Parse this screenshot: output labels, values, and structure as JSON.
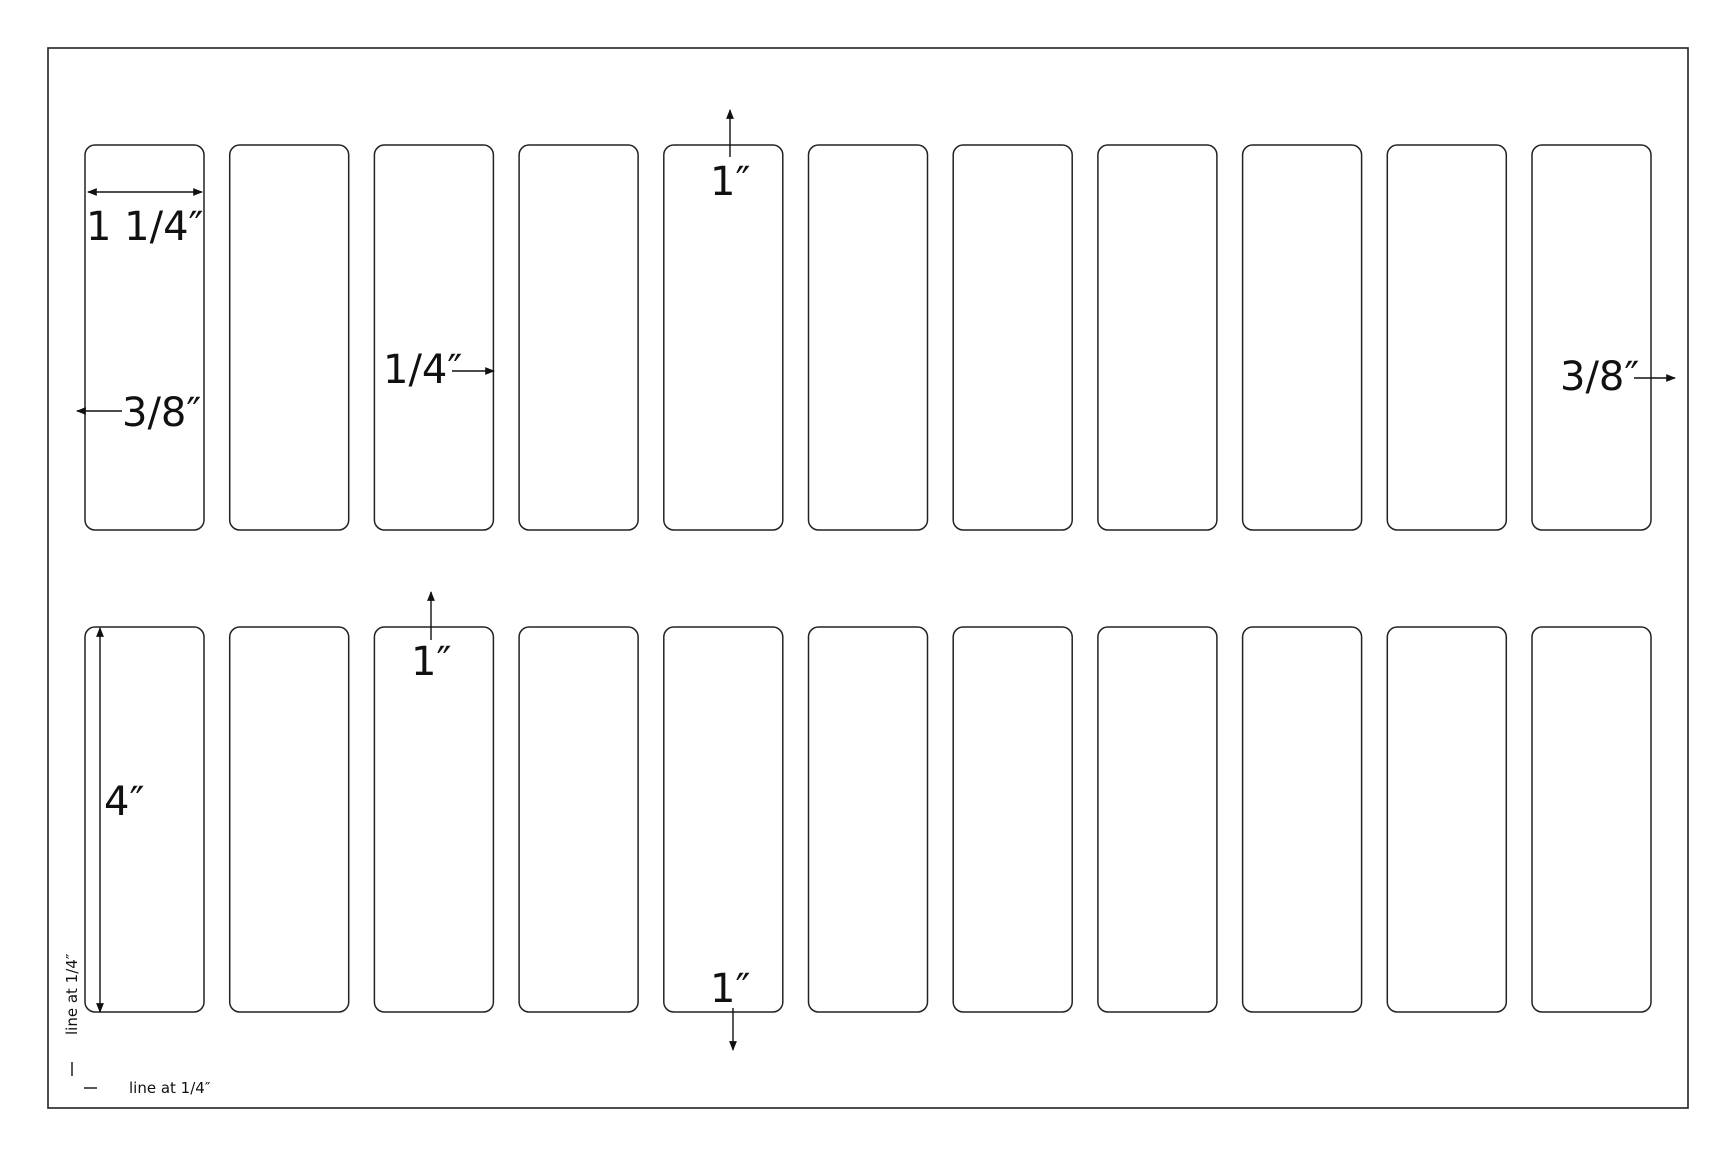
{
  "sheet": {
    "rows": 2,
    "columns": 11,
    "colors": {
      "line": "#222222",
      "background": "#ffffff"
    }
  },
  "dimensions": {
    "label_width": "1 1/4″",
    "label_height": "4″",
    "side_margin_left": "3/8″",
    "side_margin_right": "3/8″",
    "column_gap": "1/4″",
    "top_margin": "1″",
    "row_gap": "1″",
    "bottom_margin": "1″"
  },
  "notes": {
    "vertical_guide": "line at 1/4″",
    "horizontal_guide": "line at 1/4″"
  }
}
